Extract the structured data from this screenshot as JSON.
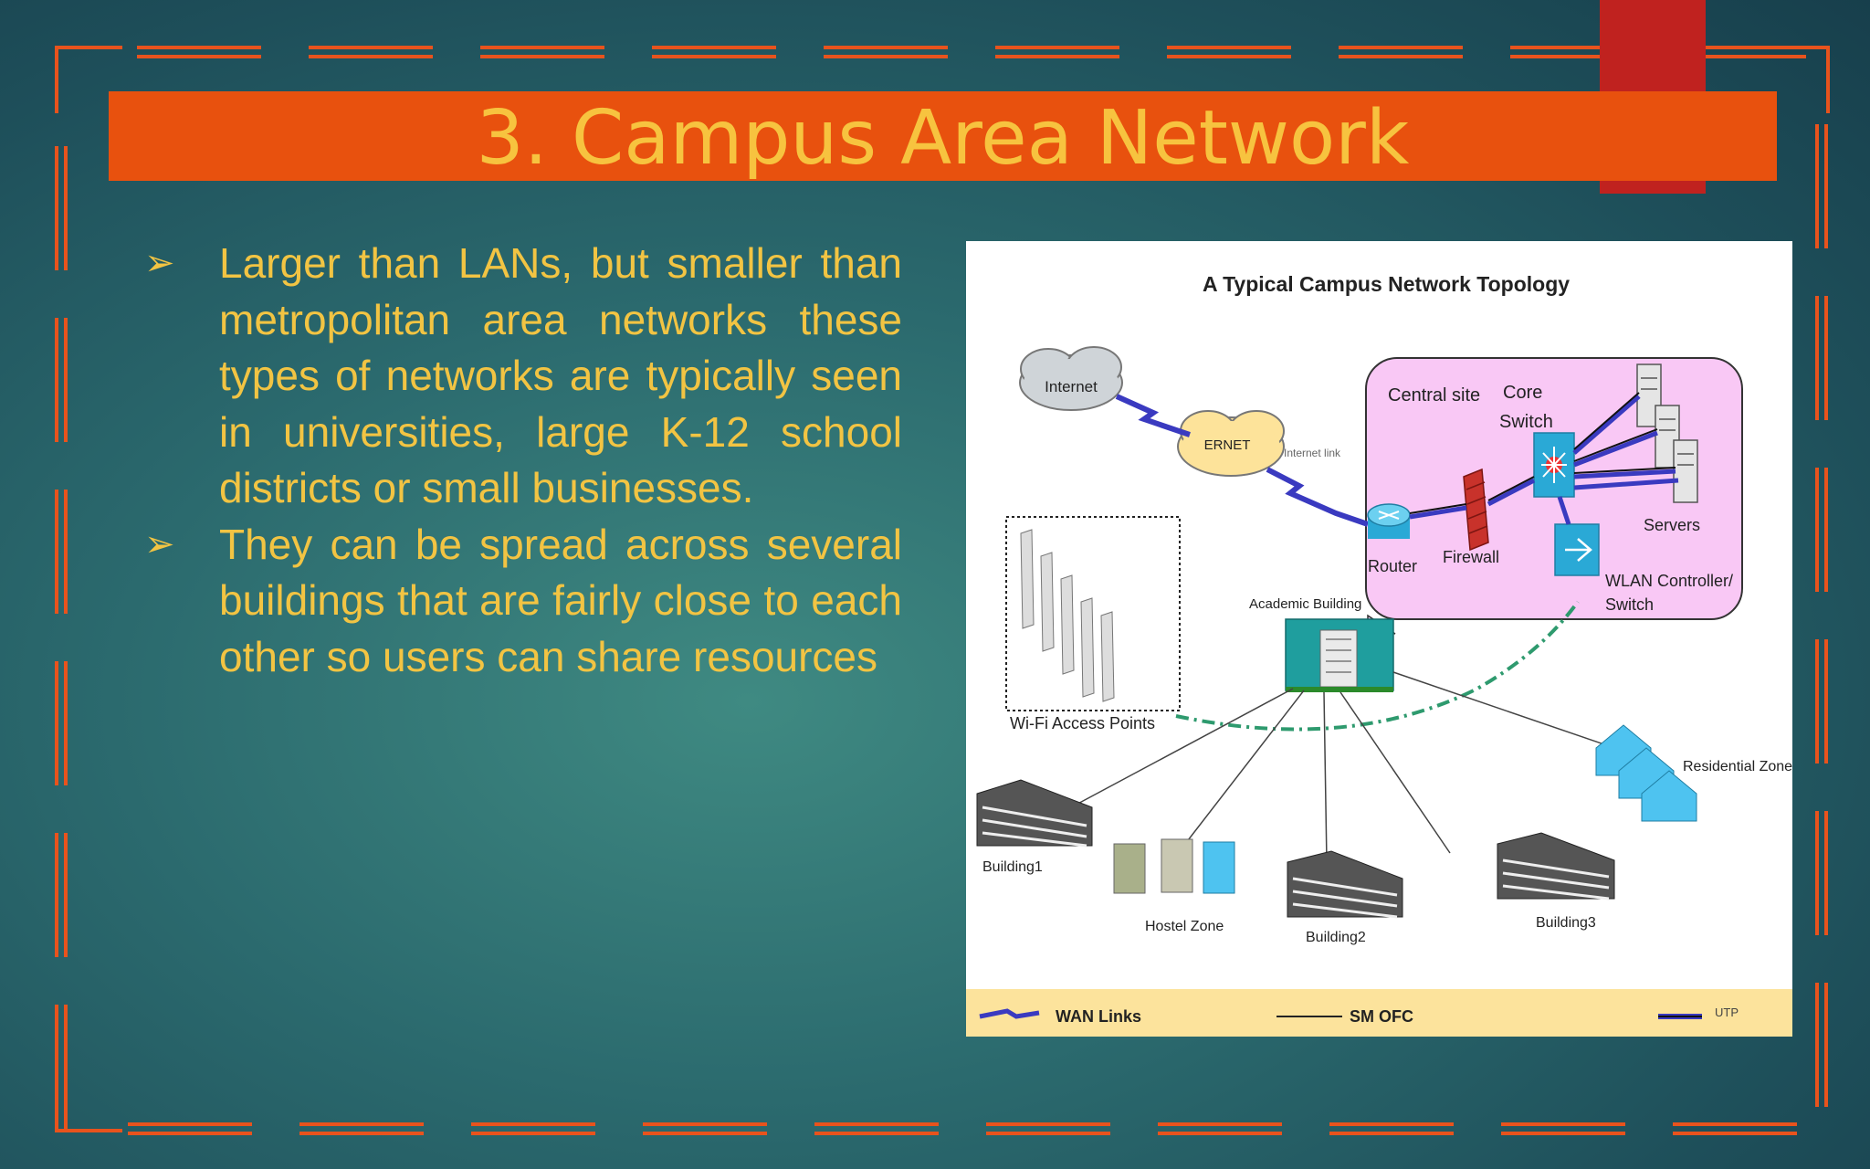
{
  "slide": {
    "title": "3. Campus Area Network",
    "bullets": [
      "Larger than LANs, but smaller than metropolitan area networks these types of networks are typically seen in universities, large K-12 school districts or small businesses.",
      "They can be spread across several buildings that are fairly close to each other so users can share resources"
    ],
    "bullet_marker": "➢"
  },
  "diagram": {
    "title": "A Typical  Campus Network Topology",
    "nodes": {
      "internet": "Internet",
      "ernet": "ERNET",
      "internet_link": "Internet link",
      "central_site": "Central site",
      "core_switch_1": "Core",
      "core_switch_2": "Switch",
      "servers": "Servers",
      "router": "Router",
      "firewall": "Firewall",
      "wlan_1": "WLAN Controller/",
      "wlan_2": "Switch",
      "academic": "Academic Building",
      "wifi": "Wi-Fi Access Points",
      "residential": "Residential Zone",
      "building1": "Building1",
      "hostel": "Hostel Zone",
      "building2": "Building2",
      "building3": "Building3"
    },
    "legend": {
      "wan": "WAN Links",
      "smofc": "SM OFC",
      "utp": "UTP"
    }
  },
  "colors": {
    "accent": "#e8510e",
    "title_text": "#f7c33f",
    "body_text": "#f2c443",
    "central_site_fill": "#f9c8f5",
    "wan_link": "#3a3ac0",
    "wireless": "#2e9a6e"
  }
}
